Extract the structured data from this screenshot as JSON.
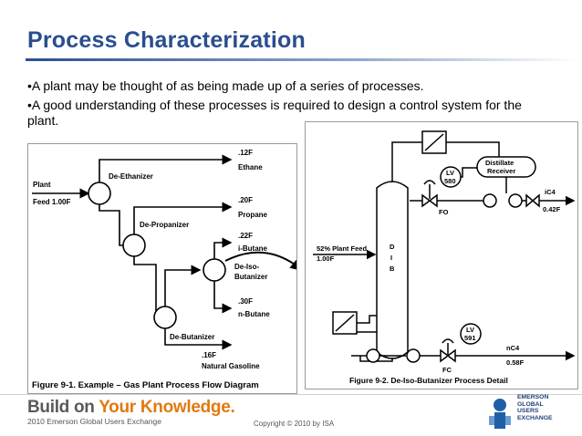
{
  "slide": {
    "title": "Process Characterization",
    "bullets": [
      "A plant may be thought of as being made up of a series of processes.",
      "A good understanding of these processes is required to design a control system for the plant."
    ]
  },
  "fig1": {
    "caption": "Figure 9-1. Example – Gas Plant Process Flow Diagram",
    "plant": "Plant",
    "feed": "Feed 1.00F",
    "deethanizer": "De-Ethanizer",
    "depropanizer": "De-Propanizer",
    "debutanizer": "De-Butanizer",
    "deiso_1": "De-Iso-",
    "deiso_2": "Butanizer",
    "ethane_flow": ".12F",
    "ethane": "Ethane",
    "propane_flow": ".20F",
    "propane": "Propane",
    "ibutane_flow": ".22F",
    "ibutane": "i-Butane",
    "nbutane_flow": ".30F",
    "nbutane": "n-Butane",
    "gasoline_flow": ".16F",
    "gasoline": "Natural Gasoline"
  },
  "fig2": {
    "caption": "Figure 9-2. De-Iso-Butanizer Process Detail",
    "feed_label": "52% Plant Feed",
    "feed_flow": "1.00F",
    "dib_d": "D",
    "dib_i": "I",
    "dib_b": "B",
    "receiver_1": "Distillate",
    "receiver_2": "Receiver",
    "lv580_1": "LV",
    "lv580_2": "580",
    "lv591_1": "LV",
    "lv591_2": "591",
    "fo": "FO",
    "fc": "FC",
    "ic4": "iC4",
    "ic4_flow": "0.42F",
    "nc4": "nC4",
    "nc4_flow": "0.58F"
  },
  "footer": {
    "brand_a": "Build on ",
    "brand_b": "Your Knowledge.",
    "brand_sub": "2010 Emerson Global Users Exchange",
    "copyright": "Copyright © 2010 by ISA",
    "logo_1": "EMERSON",
    "logo_2": "GLOBAL",
    "logo_3": "USERS",
    "logo_4": "EXCHANGE"
  },
  "colors": {
    "title": "#2a4e8f",
    "brand_orange": "#e07a10",
    "logo_blue": "#1f3f7a"
  }
}
